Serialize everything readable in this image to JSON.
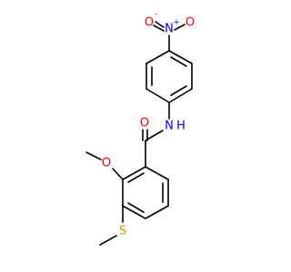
{
  "molecule": {
    "atoms": {
      "nitro_o_left": {
        "symbol": "O",
        "color": "#ff0000"
      },
      "nitro_o_left_charge": {
        "symbol": "-",
        "color": "#ff0000"
      },
      "nitro_n": {
        "symbol": "N",
        "color": "#0000ff"
      },
      "nitro_n_charge": {
        "symbol": "+",
        "color": "#0000ff"
      },
      "nitro_o_right": {
        "symbol": "O",
        "color": "#ff0000"
      },
      "amide_n": {
        "symbol": "N",
        "color": "#0000ff"
      },
      "amide_h": {
        "symbol": "H",
        "color": "#0000ff"
      },
      "carbonyl_o": {
        "symbol": "O",
        "color": "#ff0000"
      },
      "methoxy_o": {
        "symbol": "O",
        "color": "#ff0000"
      },
      "thioether_s": {
        "symbol": "S",
        "color": "#b8a000"
      }
    }
  }
}
